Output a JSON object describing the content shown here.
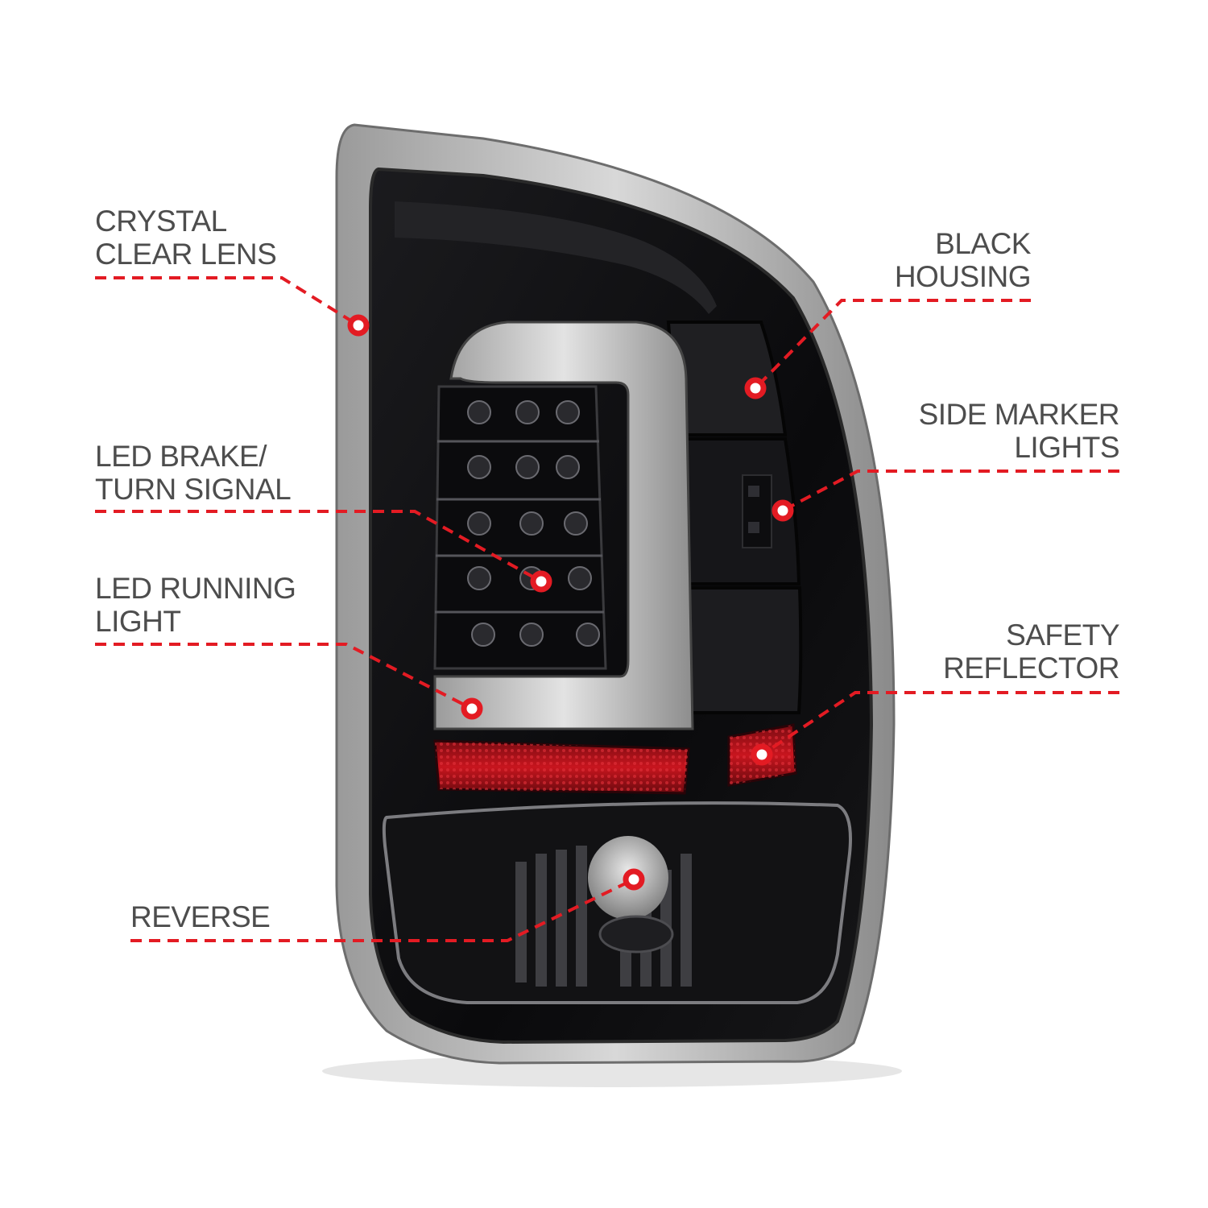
{
  "colors": {
    "callout": "#e31b23",
    "label_text": "#4d4d4d",
    "housing": "#0e0e10",
    "reflector": "#b5141c"
  },
  "callouts": {
    "crystal_lens": {
      "line1": "CRYSTAL",
      "line2": "CLEAR LENS"
    },
    "led_brake": {
      "line1": "LED BRAKE/",
      "line2": "TURN SIGNAL"
    },
    "led_running": {
      "line1": "LED RUNNING",
      "line2": "LIGHT"
    },
    "reverse": {
      "line1": "REVERSE"
    },
    "black_housing": {
      "line1": "BLACK",
      "line2": "HOUSING"
    },
    "side_marker": {
      "line1": "SIDE MARKER",
      "line2": "LIGHTS"
    },
    "safety_reflector": {
      "line1": "SAFETY",
      "line2": "REFLECTOR"
    }
  }
}
